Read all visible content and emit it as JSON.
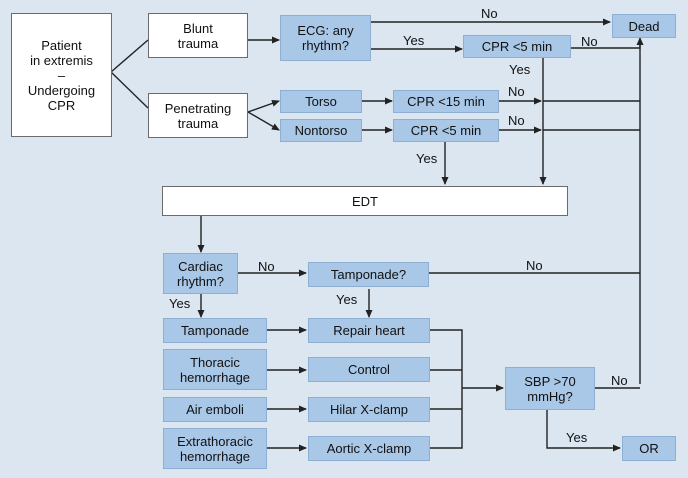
{
  "nodes": {
    "patient": "Patient\nin extremis\n–\nUndergoing\nCPR",
    "blunt": "Blunt\ntrauma",
    "penetrating": "Penetrating\ntrauma",
    "ecg": "ECG: any\nrhythm?",
    "cpr5_top": "CPR <5 min",
    "dead": "Dead",
    "torso": "Torso",
    "nontorso": "Nontorso",
    "cpr15": "CPR <15 min",
    "cpr5_mid": "CPR <5 min",
    "edt": "EDT",
    "cardiac": "Cardiac\nrhythm?",
    "tamponade_q": "Tamponade?",
    "tamponade": "Tamponade",
    "repair": "Repair heart",
    "thoracic": "Thoracic\nhemorrhage",
    "control": "Control",
    "air": "Air emboli",
    "hilar": "Hilar X-clamp",
    "extrathoracic": "Extrathoracic\nhemorrhage",
    "aortic": "Aortic X-clamp",
    "sbp": "SBP >70\nmmHg?",
    "or": "OR"
  },
  "labels": {
    "no_ecg_dead": "No",
    "yes_ecg_cpr": "Yes",
    "no_cpr5_dead": "No",
    "yes_cpr5_down": "Yes",
    "no_cpr15": "No",
    "no_cpr5_mid": "No",
    "yes_cpr5_mid": "Yes",
    "no_cardiac": "No",
    "yes_cardiac": "Yes",
    "no_tamponade": "No",
    "yes_tamponade": "Yes",
    "no_sbp": "No",
    "yes_sbp": "Yes"
  },
  "colors": {
    "background": "#dbe6f1",
    "box_fill": "#a9c7e6",
    "white_box": "#ffffff",
    "line": "#222222"
  }
}
